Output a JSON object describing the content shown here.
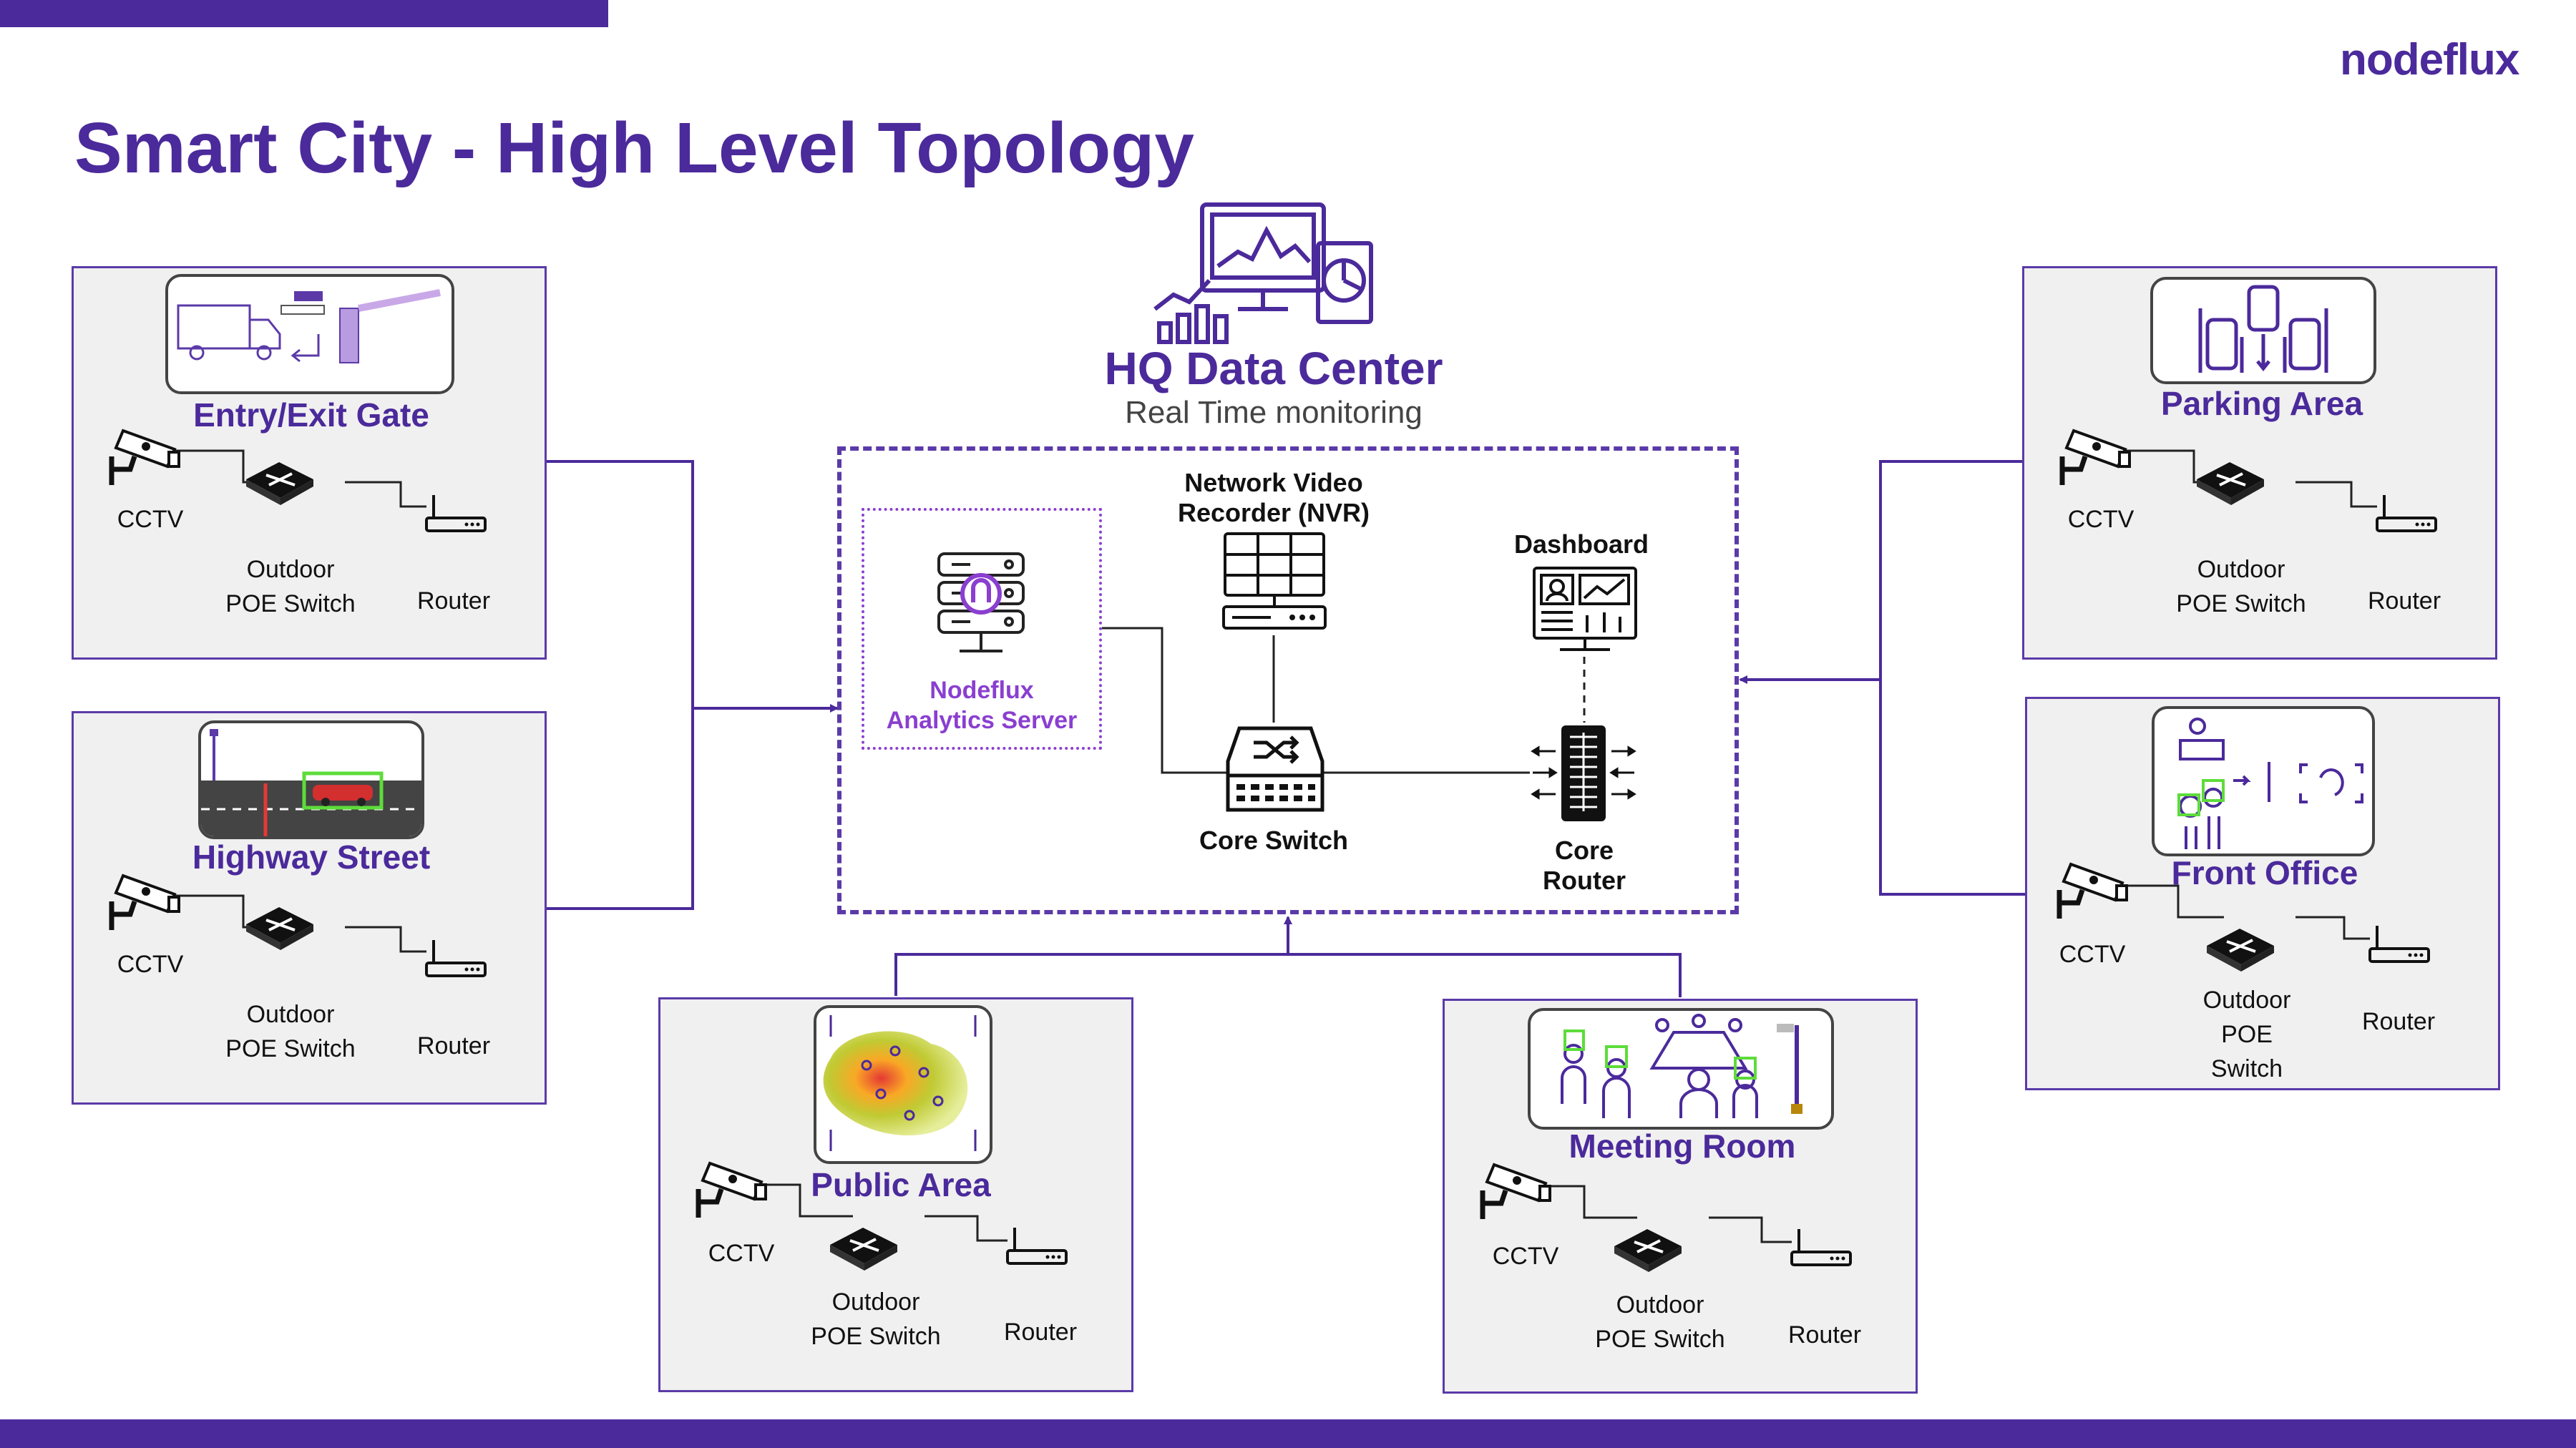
{
  "brand": {
    "logo_text": "nodeflux"
  },
  "title": "Smart City - High Level Topology",
  "hq": {
    "title": "HQ Data Center",
    "subtitle": "Real Time monitoring",
    "analytics_server_label": [
      "Nodeflux",
      "Analytics Server"
    ],
    "nvr_label": [
      "Network Video",
      "Recorder (NVR)"
    ],
    "dashboard_label": "Dashboard",
    "core_switch_label": "Core Switch",
    "core_router_label": [
      "Core",
      "Router"
    ]
  },
  "sites": {
    "entry_gate": {
      "name": "Entry/Exit Gate",
      "cctv": "CCTV",
      "switch": [
        "Outdoor",
        "POE Switch"
      ],
      "router": "Router"
    },
    "highway": {
      "name": "Highway Street",
      "cctv": "CCTV",
      "switch": [
        "Outdoor",
        "POE Switch"
      ],
      "router": "Router"
    },
    "parking": {
      "name": "Parking Area",
      "cctv": "CCTV",
      "switch": [
        "Outdoor",
        "POE Switch"
      ],
      "router": "Router"
    },
    "front_office": {
      "name": "Front Office",
      "cctv": "CCTV",
      "switch": [
        "Outdoor",
        "POE",
        "Switch"
      ],
      "router": "Router"
    },
    "public_area": {
      "name": "Public Area",
      "cctv": "CCTV",
      "switch": [
        "Outdoor",
        "POE Switch"
      ],
      "router": "Router"
    },
    "meeting_room": {
      "name": "Meeting Room",
      "cctv": "CCTV",
      "switch": [
        "Outdoor",
        "POE Switch"
      ],
      "router": "Router"
    }
  },
  "colors": {
    "brand_purple": "#4b2a9b",
    "accent_violet": "#8a3fd0",
    "panel_gray": "#f0f0f0"
  }
}
